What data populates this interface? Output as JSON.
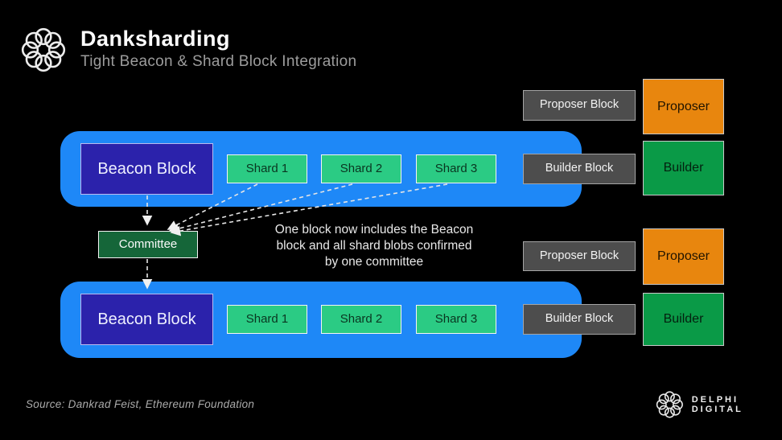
{
  "header": {
    "title": "Danksharding",
    "subtitle": "Tight Beacon & Shard Block Integration"
  },
  "diagram": {
    "row1": {
      "proposer_block_label": "Proposer Block",
      "proposer_label": "Proposer",
      "beacon_label": "Beacon Block",
      "shards": [
        "Shard 1",
        "Shard 2",
        "Shard 3"
      ],
      "builder_block_label": "Builder Block",
      "builder_label": "Builder"
    },
    "committee_label": "Committee",
    "annotation": [
      "One block now includes the Beacon",
      "block and all shard blobs confirmed",
      "by one committee"
    ],
    "row2": {
      "proposer_block_label": "Proposer Block",
      "proposer_label": "Proposer",
      "beacon_label": "Beacon Block",
      "shards": [
        "Shard 1",
        "Shard 2",
        "Shard 3"
      ],
      "builder_block_label": "Builder Block",
      "builder_label": "Builder"
    }
  },
  "colors": {
    "background": "#000000",
    "container_blue": "#1e88f7",
    "beacon_indigo": "#2b22ab",
    "shard_green": "#2bcb84",
    "committee_green": "#156639",
    "gray_block": "#4d4d4d",
    "proposer_orange": "#e8860e",
    "builder_green": "#0a9a47"
  },
  "footer": {
    "source": "Source: Dankrad Feist, Ethereum Foundation",
    "brand": "DELPHI DIGITAL"
  }
}
